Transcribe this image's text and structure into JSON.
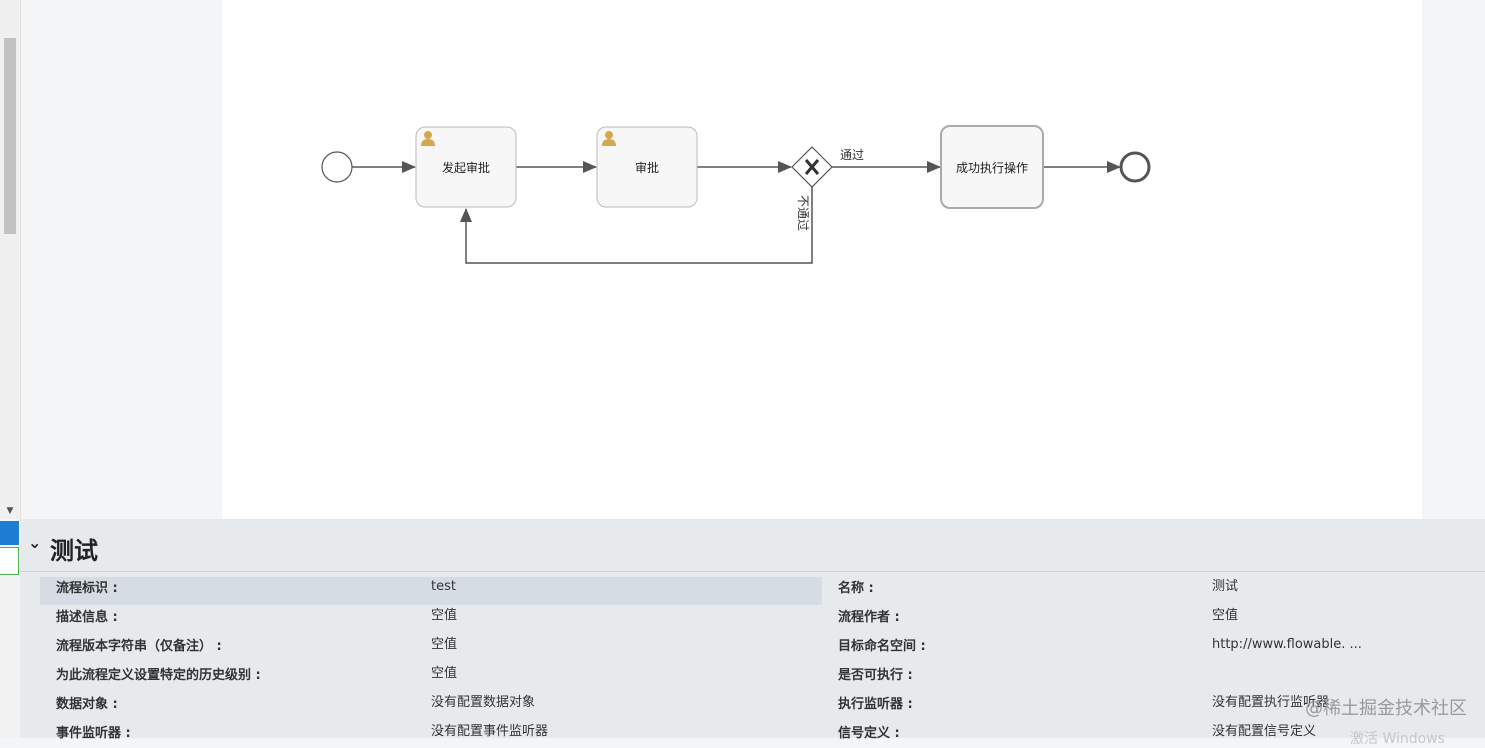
{
  "diagram": {
    "tasks": [
      {
        "label": "发起审批"
      },
      {
        "label": "审批"
      },
      {
        "label": "成功执行操作"
      }
    ],
    "flows": {
      "pass_label": "通过",
      "reject_label": "不通过"
    }
  },
  "properties": {
    "title": "测试",
    "left": [
      {
        "label": "流程标识 :",
        "value": "test"
      },
      {
        "label": "描述信息 :",
        "value": "空值"
      },
      {
        "label": "流程版本字符串（仅备注） :",
        "value": "空值"
      },
      {
        "label": "为此流程定义设置特定的历史级别 :",
        "value": "空值"
      },
      {
        "label": "数据对象 :",
        "value": "没有配置数据对象"
      },
      {
        "label": "事件监听器 :",
        "value": "没有配置事件监听器"
      }
    ],
    "right": [
      {
        "label": "名称 :",
        "value": "测试"
      },
      {
        "label": "流程作者 :",
        "value": "空值"
      },
      {
        "label": "目标命名空间 :",
        "value": "http://www.flowable. ..."
      },
      {
        "label": "是否可执行 :",
        "value": ""
      },
      {
        "label": "执行监听器 :",
        "value": "没有配置执行监听器"
      },
      {
        "label": "信号定义 :",
        "value": "没有配置信号定义"
      }
    ]
  },
  "watermark": "@稀土掘金技术社区",
  "watermark2": "激活 Windows",
  "colors": {
    "accent_blue": "#1f7dd1",
    "panel_bg": "#e7eaed",
    "highlight_row": "#d5dce3",
    "user_icon": "#d4a94e"
  }
}
